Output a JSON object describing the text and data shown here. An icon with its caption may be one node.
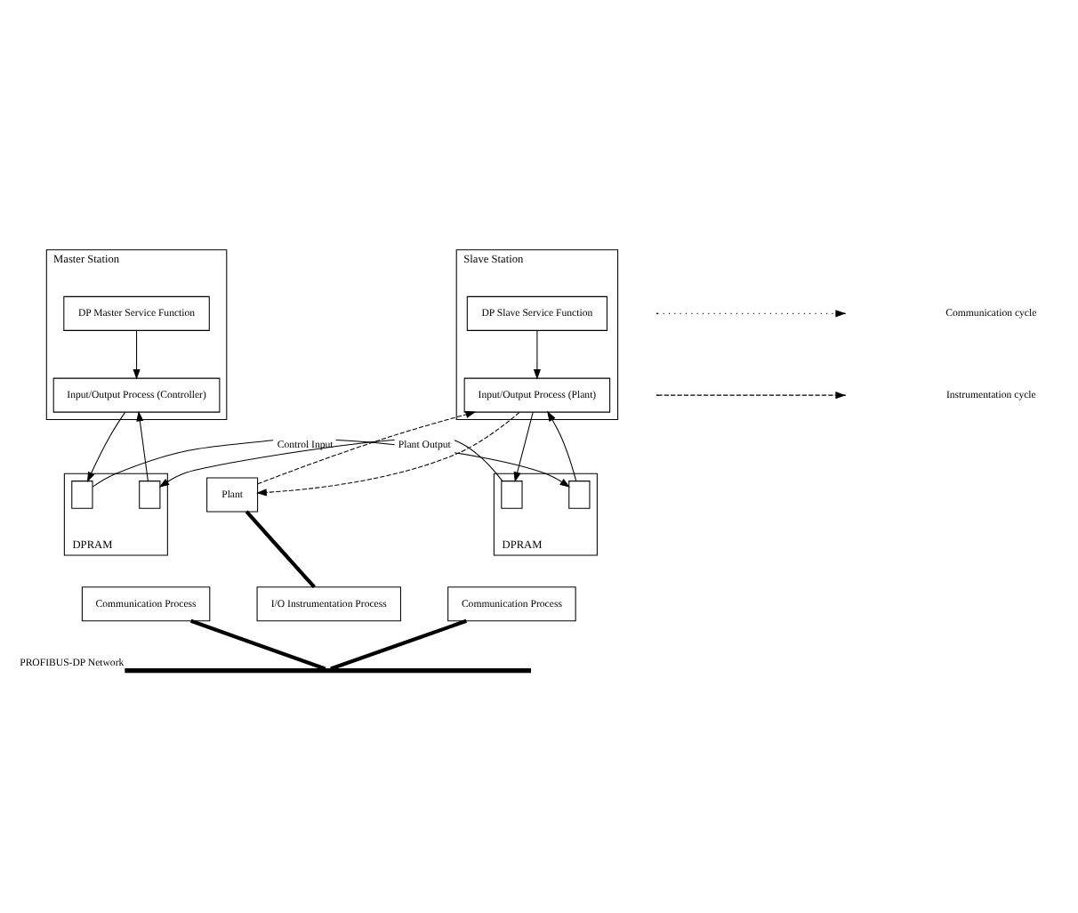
{
  "diagram": {
    "nodes": [
      {
        "text": [
          "Master Station"
        ]
      },
      {
        "text": [
          "DP Master Service Function"
        ],
        "in": 0
      },
      {
        "text": [
          "Input/Output Process (Controller)"
        ],
        "in": 0
      },
      {
        "text": [
          "DPRAM"
        ]
      },
      {
        "text": [
          "Communication Process"
        ]
      },
      {
        "text": [],
        "shape": "box",
        "in": 3
      },
      {
        "text": [],
        "shape": "box",
        "in": 3
      },
      {
        "text": [
          "Plant"
        ]
      },
      {
        "text": [
          "I/O Instrumentation Process"
        ]
      },
      {
        "text": [
          "Slave Station"
        ]
      },
      {
        "text": [
          "DP Slave Service Function"
        ],
        "in": 9
      },
      {
        "text": [
          "Input/Output Process (Plant)"
        ],
        "in": 9
      },
      {
        "text": [
          "DPRAM"
        ]
      },
      {
        "text": [],
        "shape": "box",
        "in": 12
      },
      {
        "text": [],
        "shape": "box",
        "in": 12
      },
      {
        "text": [
          "Communication Process"
        ]
      },
      {
        "text": [],
        "shape": "bar",
        "beside": [
          "PROFIBUS-DP Network"
        ]
      }
    ],
    "edges": [
      {
        "from": 1,
        "to": 2,
        "arrow": "to"
      },
      {
        "from": 6,
        "to": 2,
        "arrow": "to"
      },
      {
        "from": 2,
        "to": 5,
        "arrow": "to"
      },
      {
        "from": 10,
        "to": 11,
        "arrow": "to"
      },
      {
        "from": 14,
        "to": 11,
        "arrow": "to"
      },
      {
        "from": 11,
        "to": 13,
        "arrow": "to"
      },
      {
        "from": 11,
        "to": 7,
        "arrow": "to",
        "style": "dashed"
      },
      {
        "from": 7,
        "to": 11,
        "arrow": "to",
        "style": "dashed"
      },
      {
        "from": 7,
        "to": 8,
        "arrow": "none",
        "style": "thick"
      },
      {
        "from": 13,
        "to": 6,
        "arrow": "to",
        "label": "Plant Output"
      },
      {
        "from": 5,
        "to": 14,
        "arrow": "to",
        "label": "Control Input"
      },
      {
        "from": 4,
        "to": 16,
        "arrow": "none",
        "style": "thick"
      },
      {
        "from": 15,
        "to": 16,
        "arrow": "none",
        "style": "thick"
      }
    ],
    "legend": [
      {
        "text": "Communication cycle"
      },
      {
        "text": "Instrumentation cycle"
      }
    ]
  }
}
